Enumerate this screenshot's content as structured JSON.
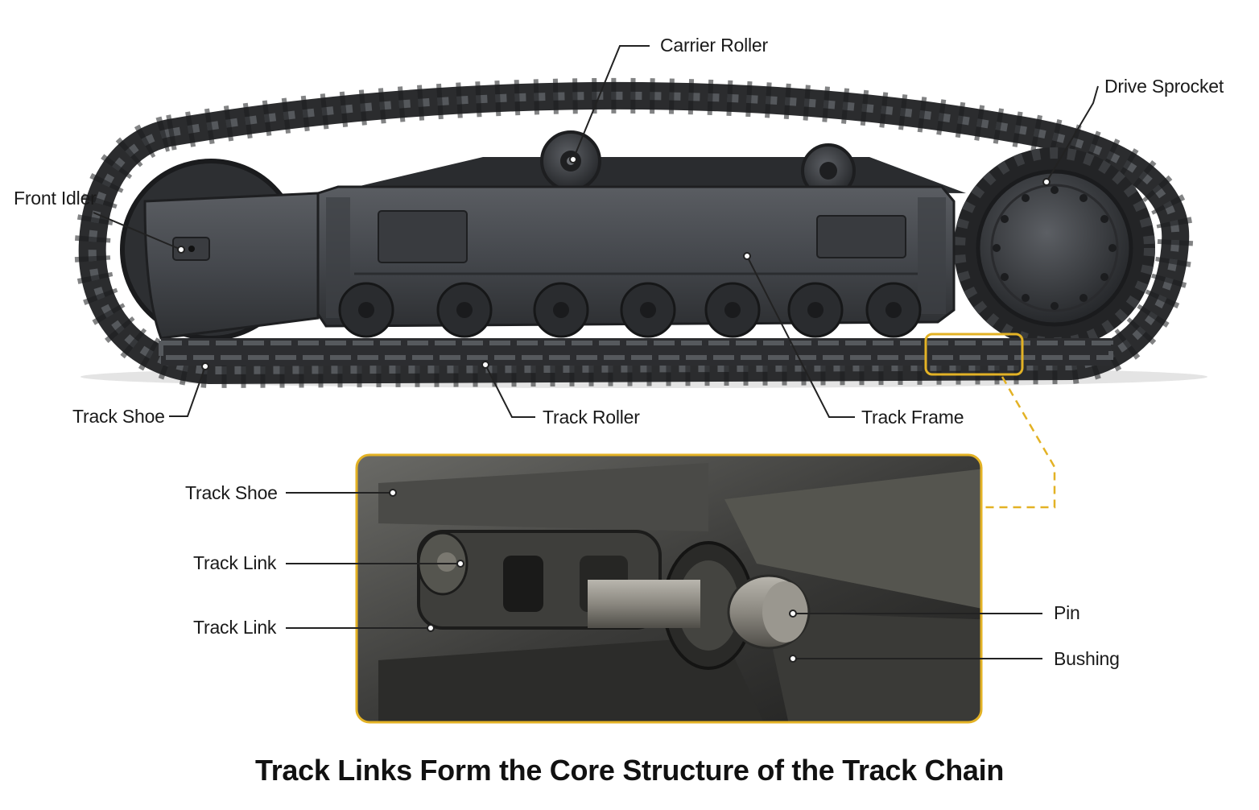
{
  "labels": {
    "carrier_roller": "Carrier Roller",
    "drive_sprocket": "Drive Sprocket",
    "front_idler": "Front Idler",
    "track_shoe_top": "Track Shoe",
    "track_roller": "Track Roller",
    "track_frame": "Track Frame",
    "detail_track_shoe": "Track Shoe",
    "detail_track_link_upper": "Track Link",
    "detail_track_link_lower": "Track Link",
    "detail_pin": "Pin",
    "detail_bushing": "Bushing"
  },
  "caption": "Track Links Form the Core Structure of the Track Chain",
  "colors": {
    "highlight": "#e3b225",
    "steel_dark": "#2e3033",
    "steel_mid": "#4a4d52",
    "steel_light": "#8a8d92",
    "leader": "#222222"
  },
  "icons": {
    "undercarriage": "excavator-undercarriage-illustration",
    "detail": "track-chain-closeup-illustration"
  }
}
